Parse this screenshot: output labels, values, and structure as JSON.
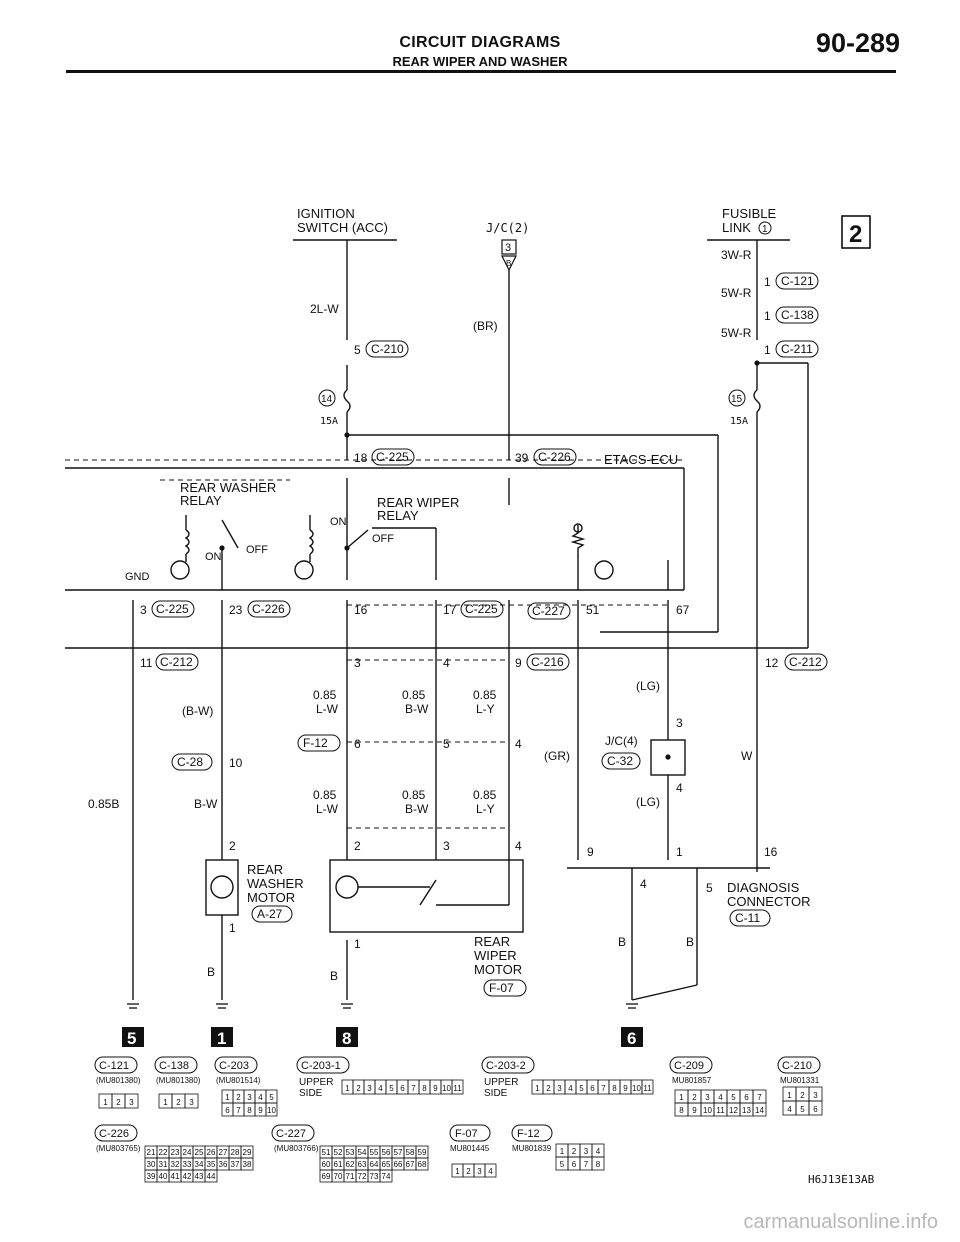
{
  "header": {
    "title": "CIRCUIT DIAGRAMS",
    "subtitle": "REAR WIPER AND WASHER",
    "page": "90-289"
  },
  "labels": {
    "ignition": [
      "IGNITION",
      "SWITCH (ACC)"
    ],
    "fusible": [
      "FUSIBLE",
      "LINK"
    ],
    "fusible_num": "1",
    "sheet_num": "2",
    "jc2": "J/C(2)",
    "etacs": "ETACS-ECU",
    "washer_relay": [
      "REAR WASHER",
      "RELAY"
    ],
    "wiper_relay": [
      "REAR WIPER",
      "RELAY"
    ],
    "washer_motor": [
      "REAR",
      "WASHER",
      "MOTOR"
    ],
    "wiper_motor": [
      "REAR",
      "WIPER",
      "MOTOR"
    ],
    "diag": [
      "DIAGNOSIS",
      "CONNECTOR"
    ],
    "jc4": "J/C(4)",
    "on": "ON",
    "off": "OFF",
    "gnd": "GND",
    "upper_side": [
      "UPPER",
      "SIDE"
    ],
    "fig_code": "H6J13E13AB"
  },
  "wires": {
    "w_3wr": "3W-R",
    "w_5wr1": "5W-R",
    "w_5wr2": "5W-R",
    "w_2lw": "2L-W",
    "w_br": "(BR)",
    "w_bw": "(B-W)",
    "w_bw2": "B-W",
    "w_085b": "0.85B",
    "w_085lw": [
      "0.85",
      "L-W"
    ],
    "w_085bw": [
      "0.85",
      "B-W"
    ],
    "w_085ly": [
      "0.85",
      "L-Y"
    ],
    "w_gr": "(GR)",
    "w_lg": "(LG)",
    "w_w": "W",
    "w_b": "B"
  },
  "fuses": {
    "f14": "14",
    "f15": "15",
    "amp14": "15A",
    "amp15": "15A"
  },
  "connectors": {
    "c121": "C-121",
    "c138": "C-138",
    "c211": "C-211",
    "c210": "C-210",
    "c225": "C-225",
    "c226": "C-226",
    "c227": "C-227",
    "c212": "C-212",
    "c216": "C-216",
    "c28": "C-28",
    "f12": "F-12",
    "c32": "C-32",
    "a27": "A-27",
    "f07": "F-07",
    "c11": "C-11",
    "c203": "C-203",
    "c2031": "C-203-1",
    "c2032": "C-203-2",
    "c209": "C-209"
  },
  "pins": {
    "p1a": "1",
    "p1b": "1",
    "p1c": "1",
    "p5": "5",
    "p3jc": "3",
    "pb": "B",
    "p18": "18",
    "p39": "39",
    "p3": "3",
    "p23": "23",
    "p16": "16",
    "p17": "17",
    "p51": "51",
    "p67": "67",
    "p11": "11",
    "p3b": "3",
    "p4": "4",
    "p9": "9",
    "p12": "12",
    "p10": "10",
    "p6": "6",
    "p5b": "5",
    "p4b": "4",
    "p3c": "3",
    "p4c": "4",
    "p2": "2",
    "p1d": "1",
    "p2b": "2",
    "p3d": "3",
    "p4d": "4",
    "p1e": "1",
    "p9b": "9",
    "p1f": "1",
    "p16b": "16",
    "p4e": "4",
    "p5c": "5"
  },
  "grounds": {
    "g5": "5",
    "g1": "1",
    "g8": "8",
    "g6": "6"
  },
  "parts": {
    "mu1380a": "(MU801380)",
    "mu1380b": "(MU801380)",
    "mu1514": "(MU801514)",
    "mu1857": "MU801857",
    "mu1331": "MU801331",
    "mu3765": "(MU803765)",
    "mu3766": "(MU803766)",
    "mu1445": "MU801445",
    "mu1839": "MU801839"
  },
  "grids": {
    "c121": [
      "1",
      "2",
      "3"
    ],
    "c138": [
      "1",
      "2",
      "3"
    ],
    "c203": [
      "1",
      "2",
      "3",
      "4",
      "5",
      "6",
      "7",
      "8",
      "9",
      "10"
    ],
    "c2031": [
      "1",
      "2",
      "3",
      "4",
      "5",
      "6",
      "7",
      "8",
      "9",
      "10",
      "11"
    ],
    "c2032": [
      "1",
      "2",
      "3",
      "4",
      "5",
      "6",
      "7",
      "8",
      "9",
      "10",
      "11"
    ],
    "c209": [
      "1",
      "2",
      "3",
      "4",
      "5",
      "6",
      "7",
      "8",
      "9",
      "10",
      "11",
      "12",
      "13",
      "14"
    ],
    "c210": [
      "1",
      "2",
      "3",
      "4",
      "5",
      "6"
    ],
    "c226": [
      "21",
      "22",
      "23",
      "24",
      "25",
      "26",
      "27",
      "28",
      "29",
      "30",
      "31",
      "32",
      "33",
      "34",
      "35",
      "36",
      "37",
      "38",
      "39",
      "40",
      "41",
      "42",
      "43",
      "44"
    ],
    "c227": [
      "51",
      "52",
      "53",
      "54",
      "55",
      "56",
      "57",
      "58",
      "59",
      "60",
      "61",
      "62",
      "63",
      "64",
      "65",
      "66",
      "67",
      "68",
      "69",
      "70",
      "71",
      "72",
      "73",
      "74"
    ],
    "f07": [
      "1",
      "2",
      "3",
      "4"
    ],
    "f12": [
      "1",
      "2",
      "3",
      "4",
      "5",
      "6",
      "7",
      "8"
    ]
  },
  "watermark": "carmanualsonline.info"
}
